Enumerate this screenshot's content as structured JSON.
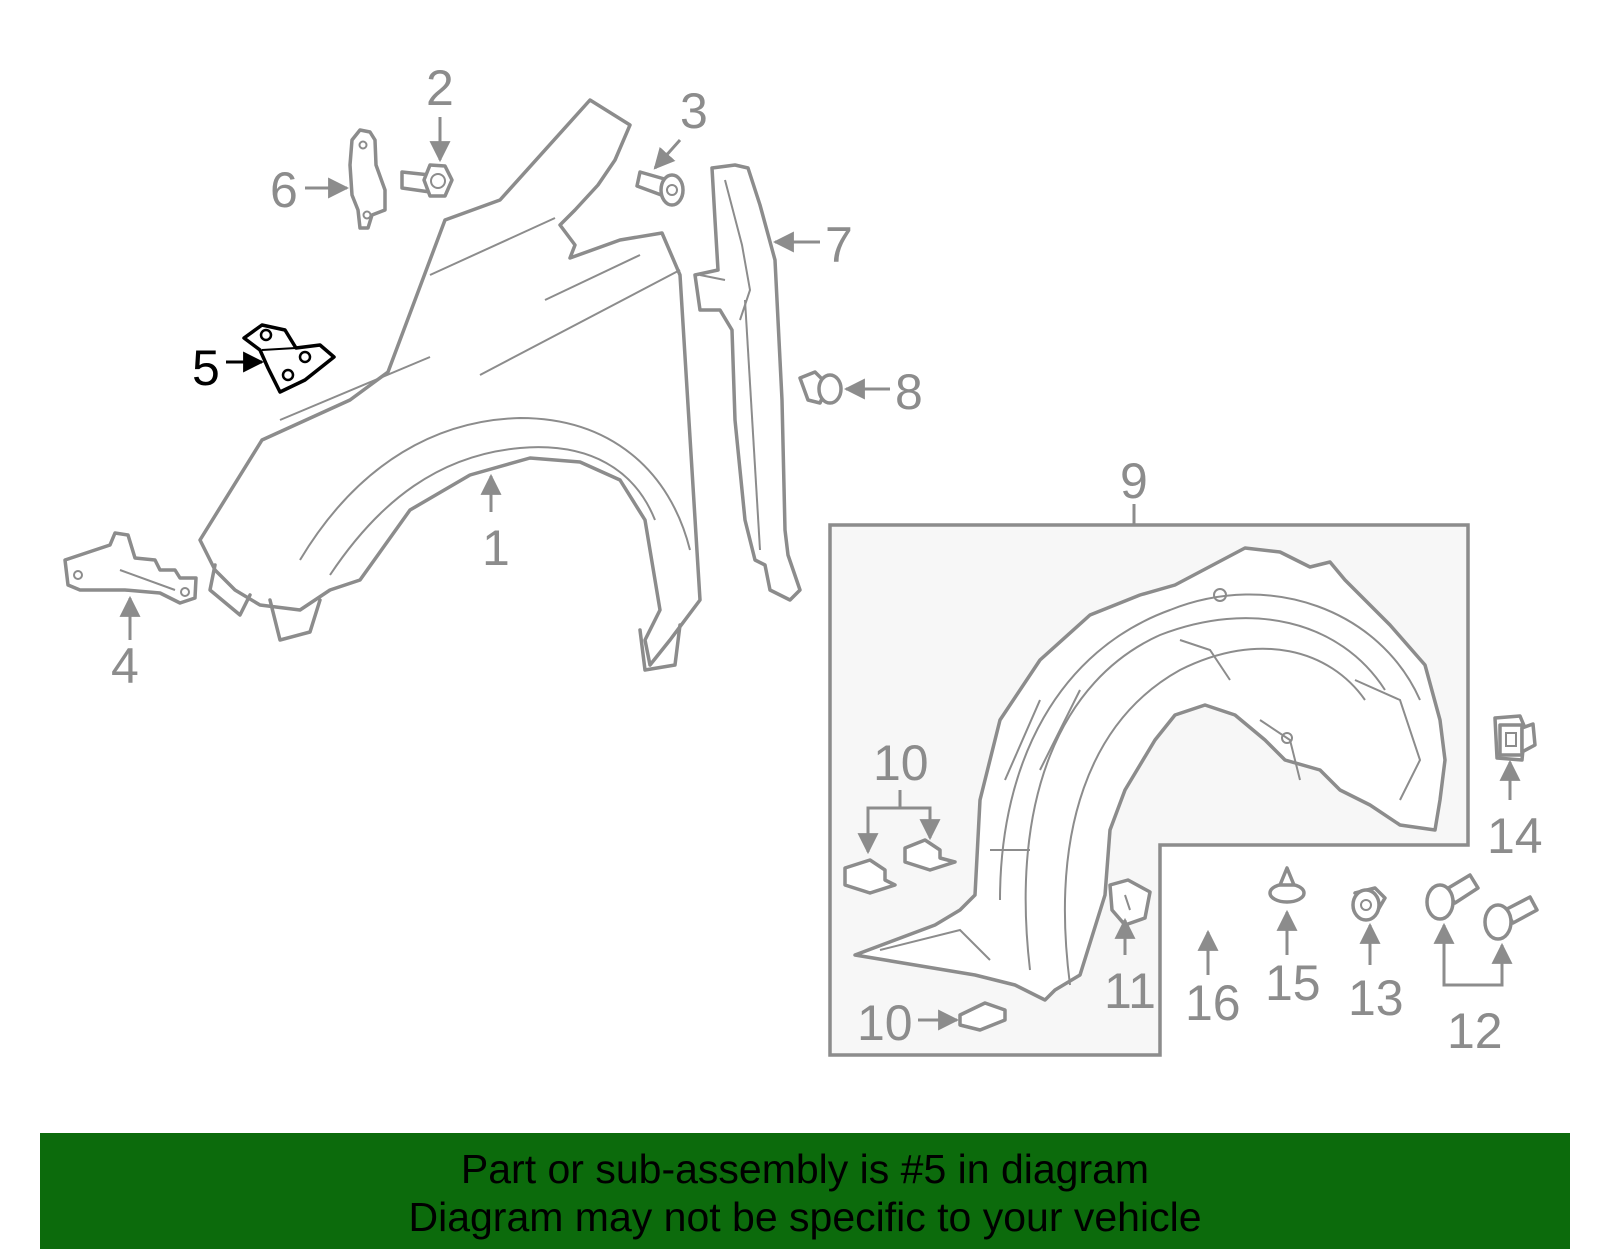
{
  "diagram": {
    "highlighted_part": "5",
    "callouts": [
      "1",
      "2",
      "3",
      "4",
      "5",
      "6",
      "7",
      "8",
      "9",
      "10",
      "10",
      "11",
      "12",
      "13",
      "14",
      "15",
      "16"
    ]
  },
  "banner": {
    "line1": "Part or sub-assembly is #5 in diagram",
    "line2": "Diagram may not be specific to your vehicle"
  },
  "colors": {
    "line": "#8c8c8c",
    "highlight": "#000000",
    "banner": "#0c6b0c"
  }
}
